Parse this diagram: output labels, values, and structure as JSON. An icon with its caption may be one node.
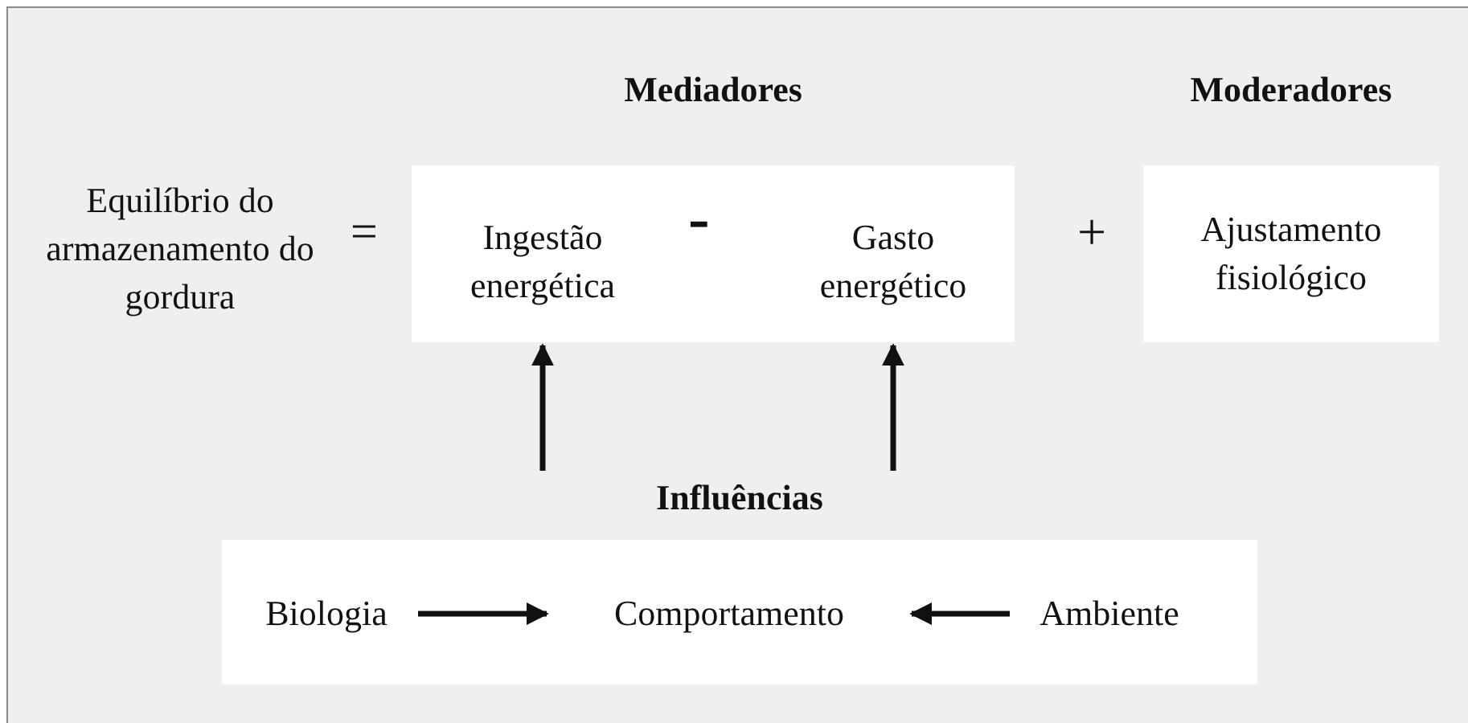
{
  "diagram": {
    "nodes": [
      {
        "text": [
          "Equilíbrio do armazenamento do gordura"
        ]
      },
      {
        "text": [
          "Mediadores"
        ]
      },
      {
        "text": [
          "Ingestão energética"
        ],
        "in": 1
      },
      {
        "text": [
          "Gasto energético"
        ],
        "in": 1
      },
      {
        "text": [
          "Moderadores",
          "Ajustamento fisiológico"
        ]
      },
      {
        "text": [
          "Influências"
        ]
      },
      {
        "text": [
          "Biologia"
        ],
        "in": 5
      },
      {
        "text": [
          "Comportamento"
        ],
        "in": 5
      },
      {
        "text": [
          "Ambiente"
        ],
        "in": 5
      }
    ],
    "edges": [
      {
        "from": 5,
        "to": 2,
        "arrow": "to"
      },
      {
        "from": 5,
        "to": 3,
        "arrow": "to"
      },
      {
        "from": 6,
        "to": 7,
        "arrow": "to"
      },
      {
        "from": 8,
        "to": 7,
        "arrow": "to"
      }
    ],
    "labels": [
      "=",
      "-",
      "+"
    ]
  }
}
